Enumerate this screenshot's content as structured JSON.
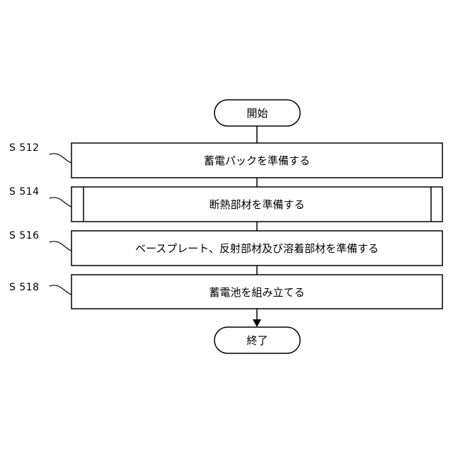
{
  "flow": {
    "start": "開始",
    "end": "終了",
    "steps": [
      {
        "id": "S 512",
        "text": "蓄電パックを準備する"
      },
      {
        "id": "S 514",
        "text": "断熱部材を準備する"
      },
      {
        "id": "S 516",
        "text": "ベースプレート、反射部材及び溶着部材を準備する"
      },
      {
        "id": "S 518",
        "text": "蓄電池を組み立てる"
      }
    ]
  }
}
